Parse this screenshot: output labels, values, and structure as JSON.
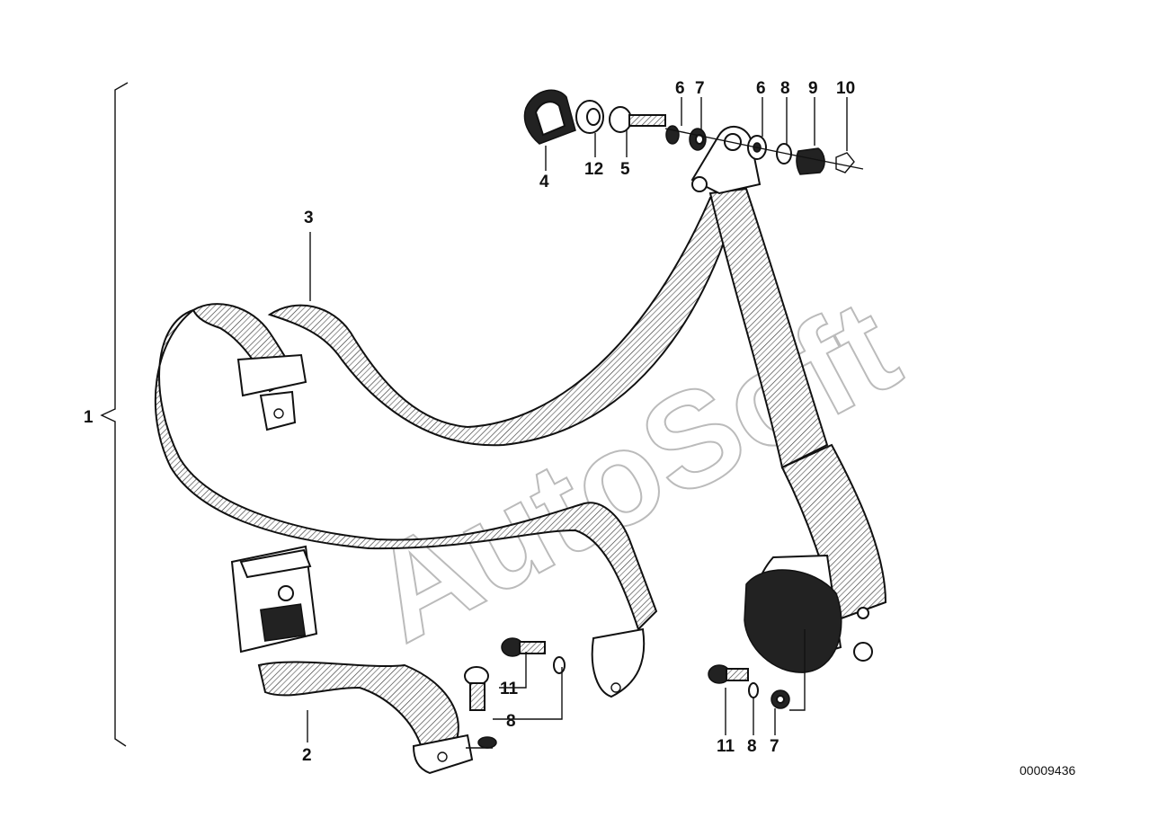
{
  "diagram": {
    "callouts": {
      "p1": "1",
      "p2": "2",
      "p3": "3",
      "p4": "4",
      "p5": "5",
      "p6a": "6",
      "p6b": "6",
      "p7a": "7",
      "p7b": "7",
      "p8a": "8",
      "p8b": "8",
      "p8c": "8",
      "p9": "9",
      "p10": "10",
      "p11a": "11",
      "p11b": "11",
      "p12": "12"
    },
    "drawing_code": "00009436",
    "watermark": "AutoSoft"
  }
}
